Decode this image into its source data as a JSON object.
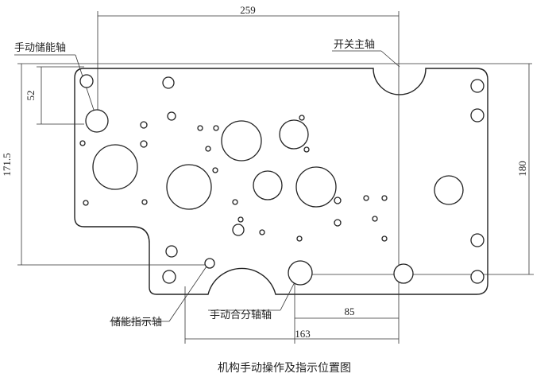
{
  "dimensions": {
    "top_width": "259",
    "right_height": "180",
    "left_height": "171.5",
    "small_vertical": "52",
    "bottom_85": "85",
    "bottom_163": "163"
  },
  "labels": {
    "manual_storage_shaft": "手动储能轴",
    "switch_main_shaft": "开关主轴",
    "storage_indicator_shaft": "储能指示轴",
    "manual_open_close_shaft": "手动合分轴轴"
  },
  "caption": "机构手动操作及指示位置图"
}
